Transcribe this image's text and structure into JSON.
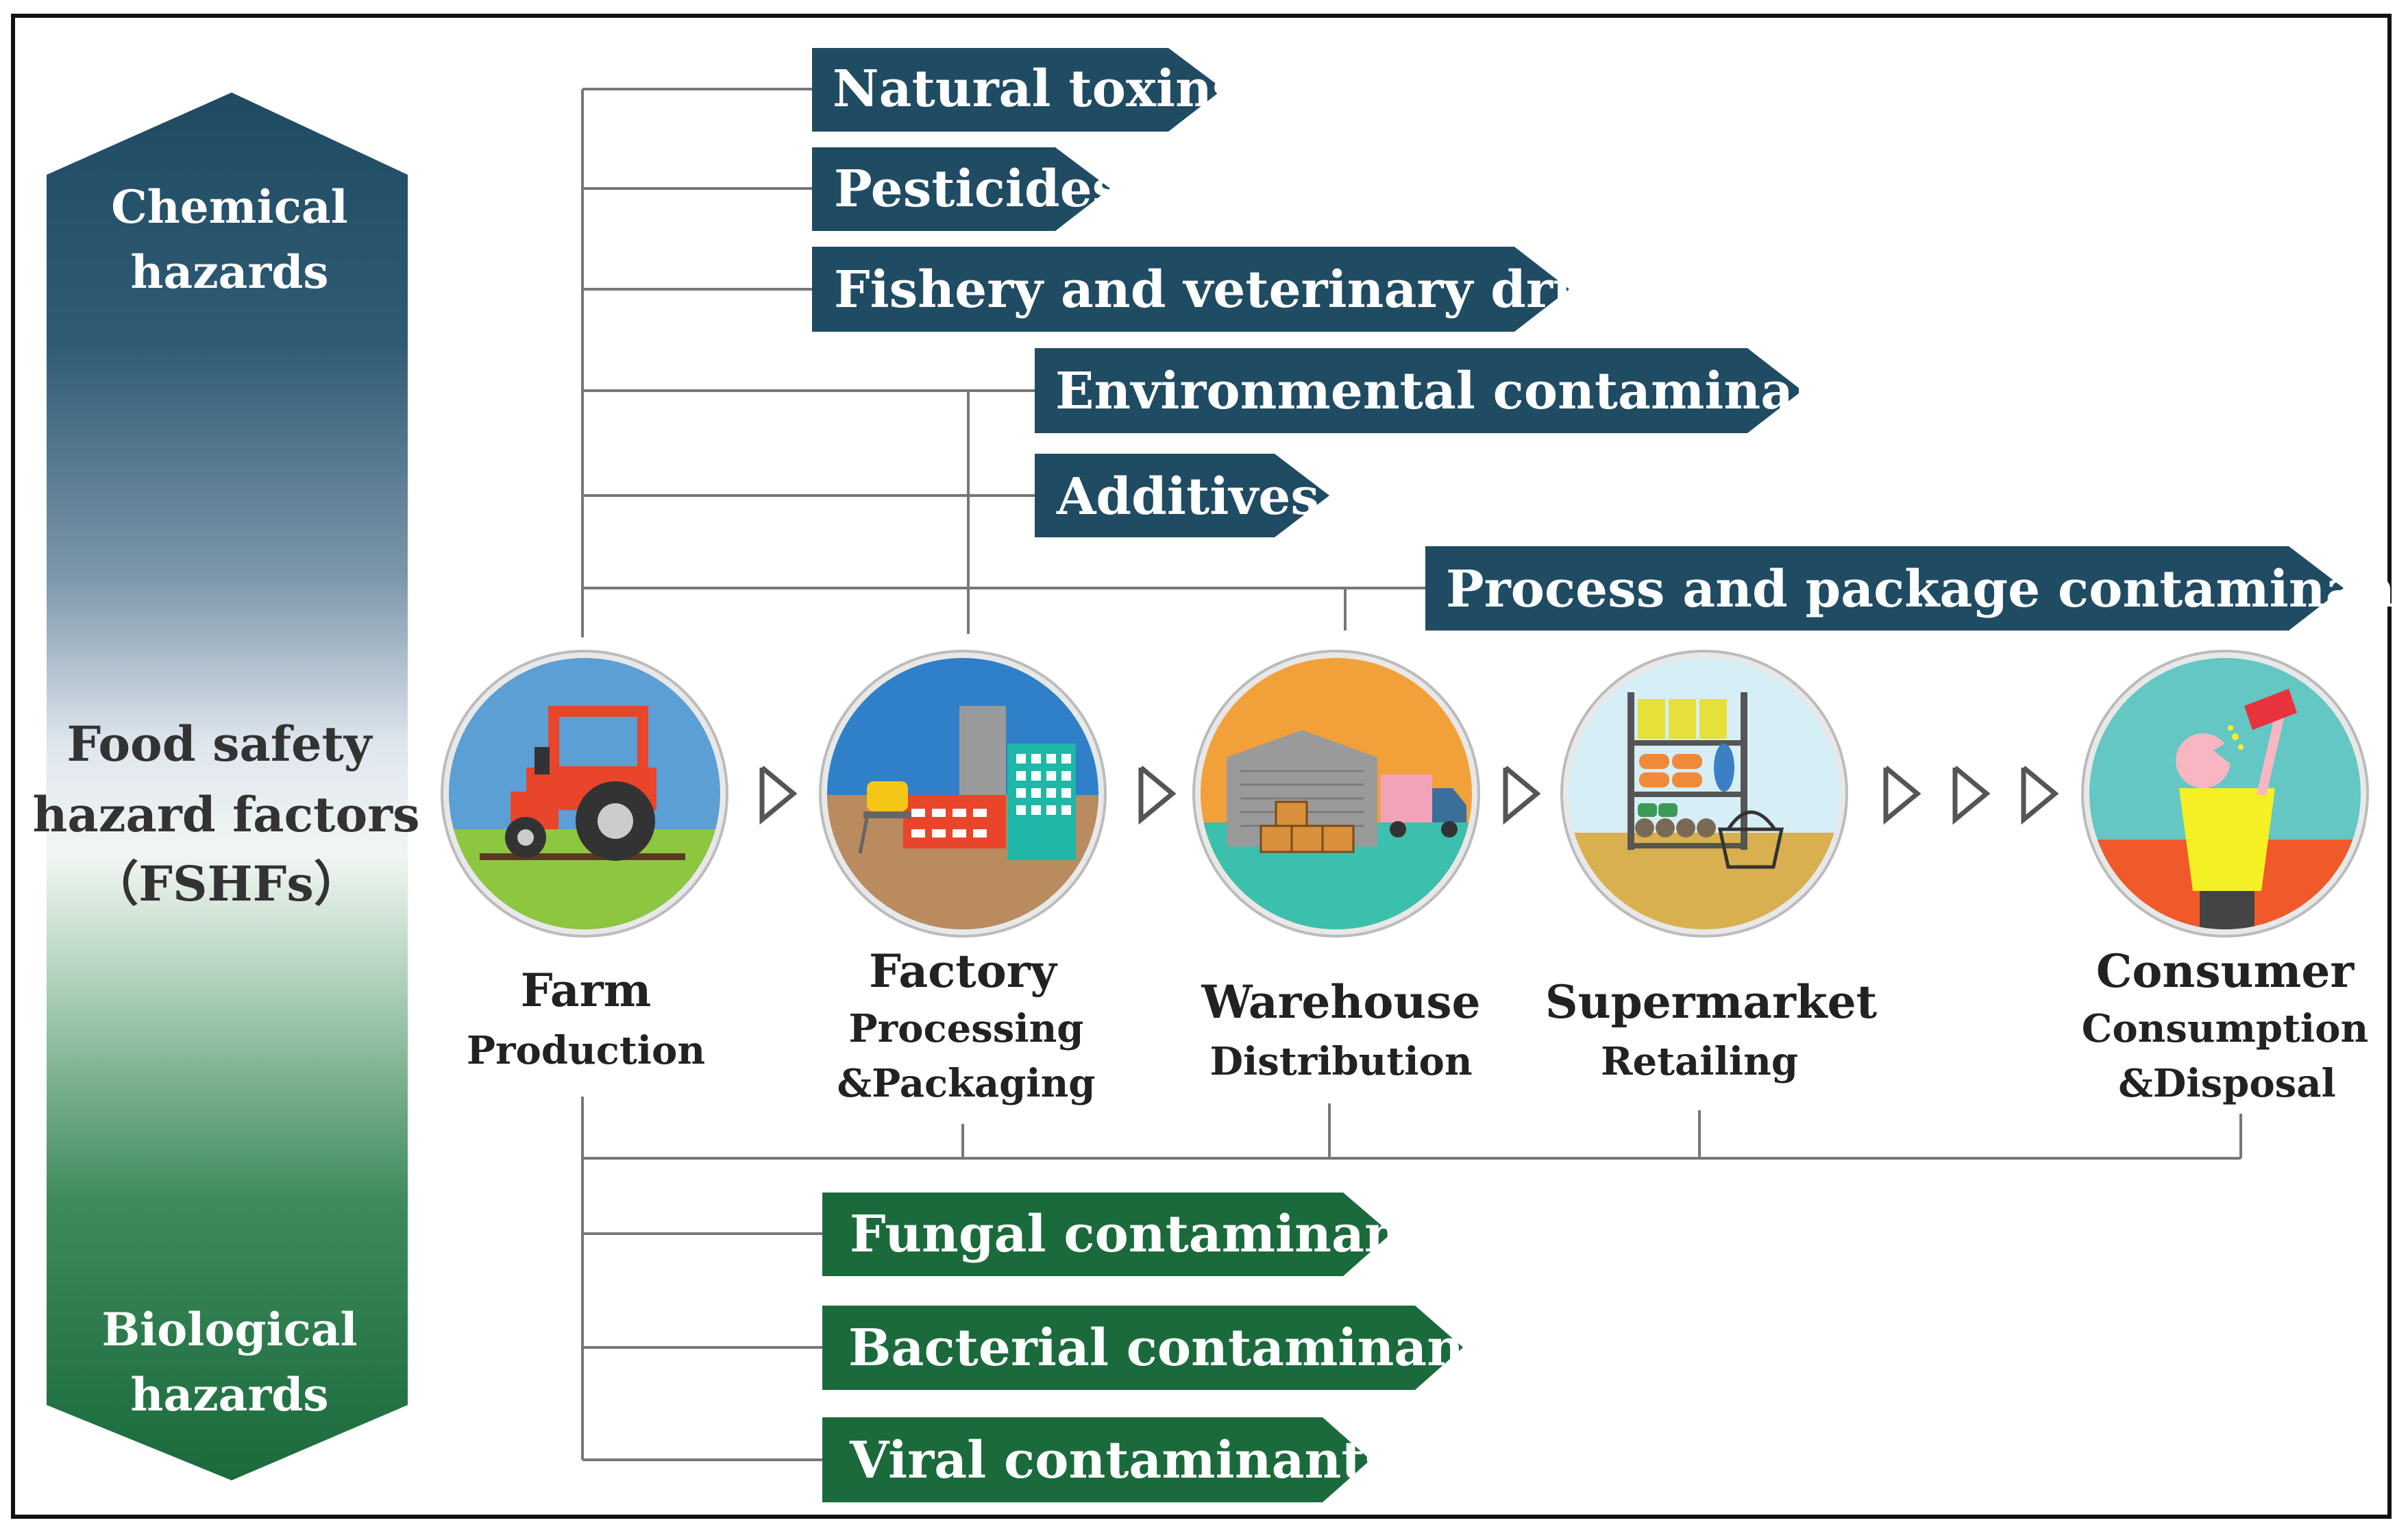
{
  "axis": {
    "top_label": [
      "Chemical",
      "hazards"
    ],
    "middle_label": [
      "Food safety",
      "hazard factors",
      "（FSHFs）"
    ],
    "bottom_label": [
      "Biological",
      "hazards"
    ]
  },
  "chemical_hazards": [
    "Natural toxins",
    "Pesticides",
    "Fishery and veterinary drugs",
    "Environmental contaminants",
    "Additives",
    "Process and  package contaminants"
  ],
  "biological_hazards": [
    "Fungal contaminants",
    "Bacterial  contaminants",
    "Viral  contaminants"
  ],
  "stages": [
    {
      "title": "Farm",
      "sub": [
        "Production"
      ],
      "icon": "tractor-icon"
    },
    {
      "title": "Factory",
      "sub": [
        "Processing",
        "&Packaging"
      ],
      "icon": "factory-icon"
    },
    {
      "title": "Warehouse",
      "sub": [
        "Distribution"
      ],
      "icon": "warehouse-truck-icon"
    },
    {
      "title": "Supermarket",
      "sub": [
        "Retailing"
      ],
      "icon": "supermarket-shelf-icon"
    },
    {
      "title": "Consumer",
      "sub": [
        "Consumption",
        "&Disposal"
      ],
      "icon": "consumer-eating-icon"
    }
  ],
  "colors": {
    "chemical": "#1f4b63",
    "biological": "#1a6a3c",
    "connector": "#777777"
  }
}
